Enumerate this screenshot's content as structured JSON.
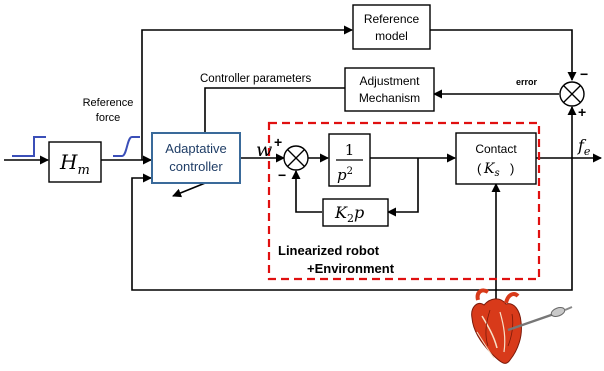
{
  "blocks": {
    "reference_model": [
      "Reference",
      "model"
    ],
    "adjustment_mechanism": [
      "Adjustment",
      "Mechanism"
    ],
    "adaptive_controller": [
      "Adaptative",
      "controller"
    ],
    "hm": {
      "base": "H",
      "sub": "m"
    },
    "double_integrator": {
      "numerator": "1",
      "denominator_base": "p",
      "denominator_exp": "2"
    },
    "feedback_gain": {
      "base": "K",
      "sub": "2",
      "var": "p"
    },
    "contact": {
      "title": "Contact",
      "param_base": "K",
      "param_sub": "s"
    }
  },
  "labels": {
    "reference_force": [
      "Reference",
      "force"
    ],
    "controller_parameters": "Controller parameters",
    "error": "error",
    "linearized_robot": [
      "Linearized robot",
      "+Environment"
    ],
    "w": "w",
    "fe_base": "f",
    "fe_sub": "e"
  },
  "signs": {
    "sum1_top": "+",
    "sum1_bottom": "−",
    "sum2_top": "−",
    "sum2_bottom": "+"
  },
  "colors": {
    "controller_border": "#3a6a9a",
    "controller_text": "#1f3d66",
    "robot_dashed_border": "#e01010",
    "heart": "#d83a1a"
  }
}
